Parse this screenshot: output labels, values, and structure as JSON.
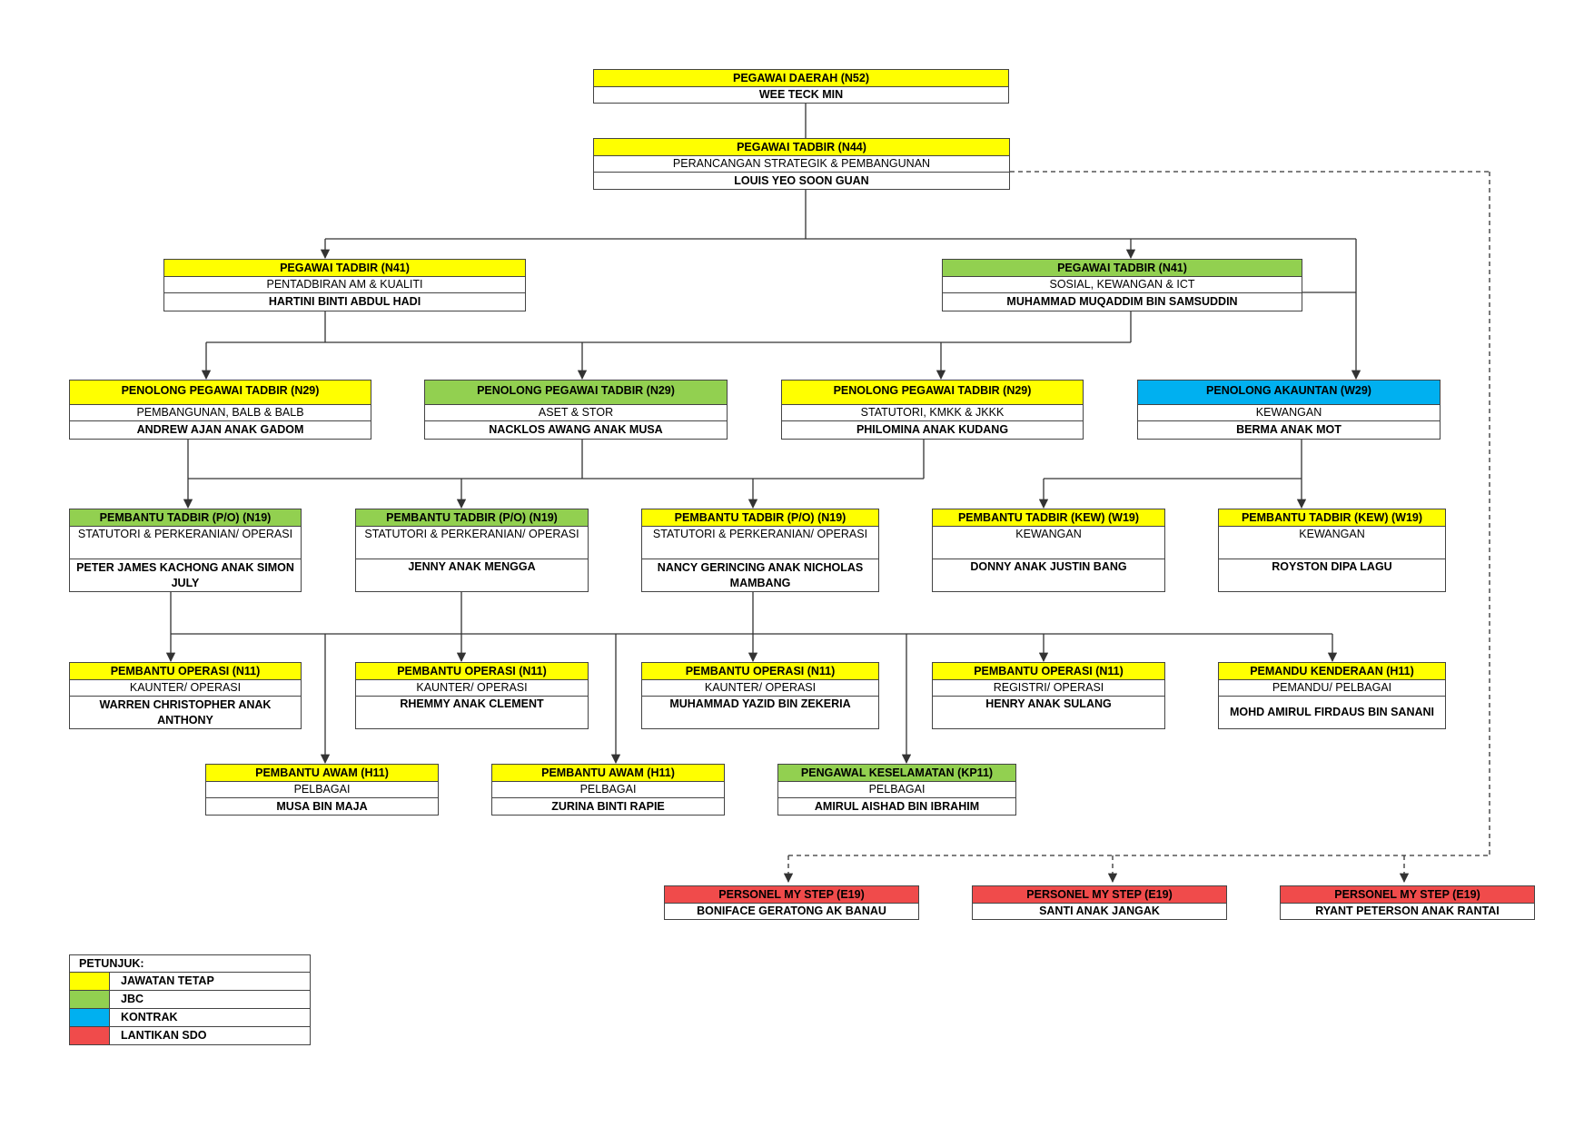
{
  "colors": {
    "yellow": "#ffff00",
    "green": "#92d050",
    "blue": "#00b0f0",
    "red": "#f04b4b",
    "line": "#333333"
  },
  "boxes": [
    {
      "title": "PEGAWAI DAERAH (N52)",
      "unit": "",
      "person": "WEE TECK MIN"
    },
    {
      "title": "PEGAWAI TADBIR (N44)",
      "unit": "PERANCANGAN STRATEGIK & PEMBANGUNAN",
      "person": "LOUIS YEO SOON GUAN"
    },
    {
      "title": "PEGAWAI TADBIR (N41)",
      "unit": "PENTADBIRAN AM & KUALITI",
      "person": "HARTINI BINTI ABDUL HADI"
    },
    {
      "title": "PEGAWAI TADBIR (N41)",
      "unit": "SOSIAL, KEWANGAN & ICT",
      "person": "MUHAMMAD MUQADDIM BIN SAMSUDDIN"
    },
    {
      "title": "PENOLONG PEGAWAI TADBIR (N29)",
      "unit": "PEMBANGUNAN, BALB & BALB",
      "person": "ANDREW AJAN ANAK GADOM"
    },
    {
      "title": "PENOLONG PEGAWAI TADBIR (N29)",
      "unit": "ASET & STOR",
      "person": "NACKLOS AWANG ANAK MUSA"
    },
    {
      "title": "PENOLONG PEGAWAI TADBIR (N29)",
      "unit": "STATUTORI, KMKK & JKKK",
      "person": "PHILOMINA ANAK KUDANG"
    },
    {
      "title": "PENOLONG AKAUNTAN (W29)",
      "unit": "KEWANGAN",
      "person": "BERMA ANAK MOT"
    },
    {
      "title": "PEMBANTU TADBIR (P/O) (N19)",
      "unit": "STATUTORI & PERKERANIAN/ OPERASI",
      "person": "PETER JAMES KACHONG ANAK SIMON JULY"
    },
    {
      "title": "PEMBANTU TADBIR (P/O) (N19)",
      "unit": "STATUTORI & PERKERANIAN/ OPERASI",
      "person": "JENNY ANAK MENGGA"
    },
    {
      "title": "PEMBANTU TADBIR (P/O) (N19)",
      "unit": "STATUTORI & PERKERANIAN/ OPERASI",
      "person": "NANCY GERINCING ANAK NICHOLAS MAMBANG"
    },
    {
      "title": "PEMBANTU TADBIR (KEW) (W19)",
      "unit": "KEWANGAN",
      "person": "DONNY ANAK JUSTIN BANG"
    },
    {
      "title": "PEMBANTU TADBIR (KEW) (W19)",
      "unit": "KEWANGAN",
      "person": "ROYSTON DIPA LAGU"
    },
    {
      "title": "PEMBANTU OPERASI (N11)",
      "unit": "KAUNTER/ OPERASI",
      "person": "WARREN CHRISTOPHER ANAK ANTHONY"
    },
    {
      "title": "PEMBANTU OPERASI (N11)",
      "unit": "KAUNTER/ OPERASI",
      "person": "RHEMMY ANAK CLEMENT"
    },
    {
      "title": "PEMBANTU OPERASI (N11)",
      "unit": "KAUNTER/ OPERASI",
      "person": "MUHAMMAD YAZID BIN ZEKERIA"
    },
    {
      "title": "PEMBANTU OPERASI (N11)",
      "unit": "REGISTRI/ OPERASI",
      "person": "HENRY ANAK SULANG"
    },
    {
      "title": "PEMANDU KENDERAAN (H11)",
      "unit": "PEMANDU/ PELBAGAI",
      "person": "MOHD AMIRUL FIRDAUS BIN SANANI"
    },
    {
      "title": "PEMBANTU AWAM (H11)",
      "unit": "PELBAGAI",
      "person": "MUSA BIN MAJA"
    },
    {
      "title": "PEMBANTU AWAM (H11)",
      "unit": "PELBAGAI",
      "person": "ZURINA BINTI RAPIE"
    },
    {
      "title": "PENGAWAL KESELAMATAN (KP11)",
      "unit": "PELBAGAI",
      "person": "AMIRUL AISHAD BIN IBRAHIM"
    },
    {
      "title": "PERSONEL MY STEP (E19)",
      "unit": "",
      "person": "BONIFACE GERATONG AK BANAU"
    },
    {
      "title": "PERSONEL MY STEP (E19)",
      "unit": "",
      "person": "SANTI ANAK JANGAK"
    },
    {
      "title": "PERSONEL MY STEP (E19)",
      "unit": "",
      "person": "RYANT PETERSON ANAK RANTAI"
    }
  ],
  "legend": {
    "title": "PETUNJUK:",
    "items": [
      {
        "label": "JAWATAN TETAP",
        "color": "#ffff00"
      },
      {
        "label": "JBC",
        "color": "#92d050"
      },
      {
        "label": "KONTRAK",
        "color": "#00b0f0"
      },
      {
        "label": "LANTIKAN SDO",
        "color": "#f04b4b"
      }
    ]
  }
}
